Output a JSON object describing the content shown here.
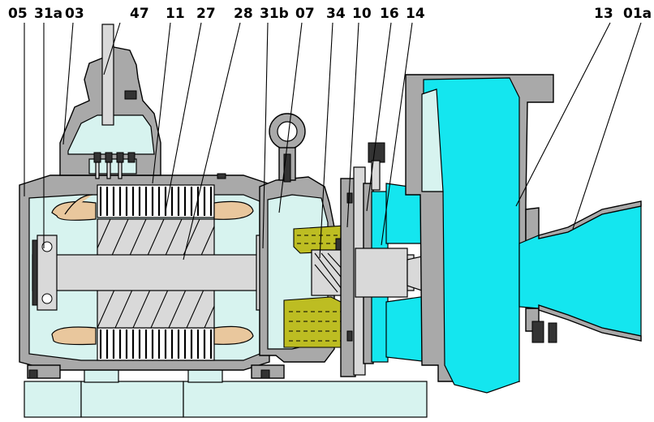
{
  "diagram": {
    "type": "pump-cross-section",
    "labels": [
      {
        "id": "05",
        "text": "05"
      },
      {
        "id": "31a",
        "text": "31a"
      },
      {
        "id": "03",
        "text": "03"
      },
      {
        "id": "47",
        "text": "47"
      },
      {
        "id": "11",
        "text": "11"
      },
      {
        "id": "27",
        "text": "27"
      },
      {
        "id": "28",
        "text": "28"
      },
      {
        "id": "31b",
        "text": "31b"
      },
      {
        "id": "07",
        "text": "07"
      },
      {
        "id": "34",
        "text": "34"
      },
      {
        "id": "10",
        "text": "10"
      },
      {
        "id": "16",
        "text": "16"
      },
      {
        "id": "14",
        "text": "14"
      },
      {
        "id": "13",
        "text": "13"
      },
      {
        "id": "01a",
        "text": "01a"
      }
    ],
    "colors": {
      "fluid": "#14e6ef",
      "casing_metal": "#a9a9a9",
      "air_space": "#d7f3ef",
      "oil": "#bdbd22",
      "winding_copper": "#e9c79d",
      "shaft_steel": "#d9d9d9"
    }
  }
}
